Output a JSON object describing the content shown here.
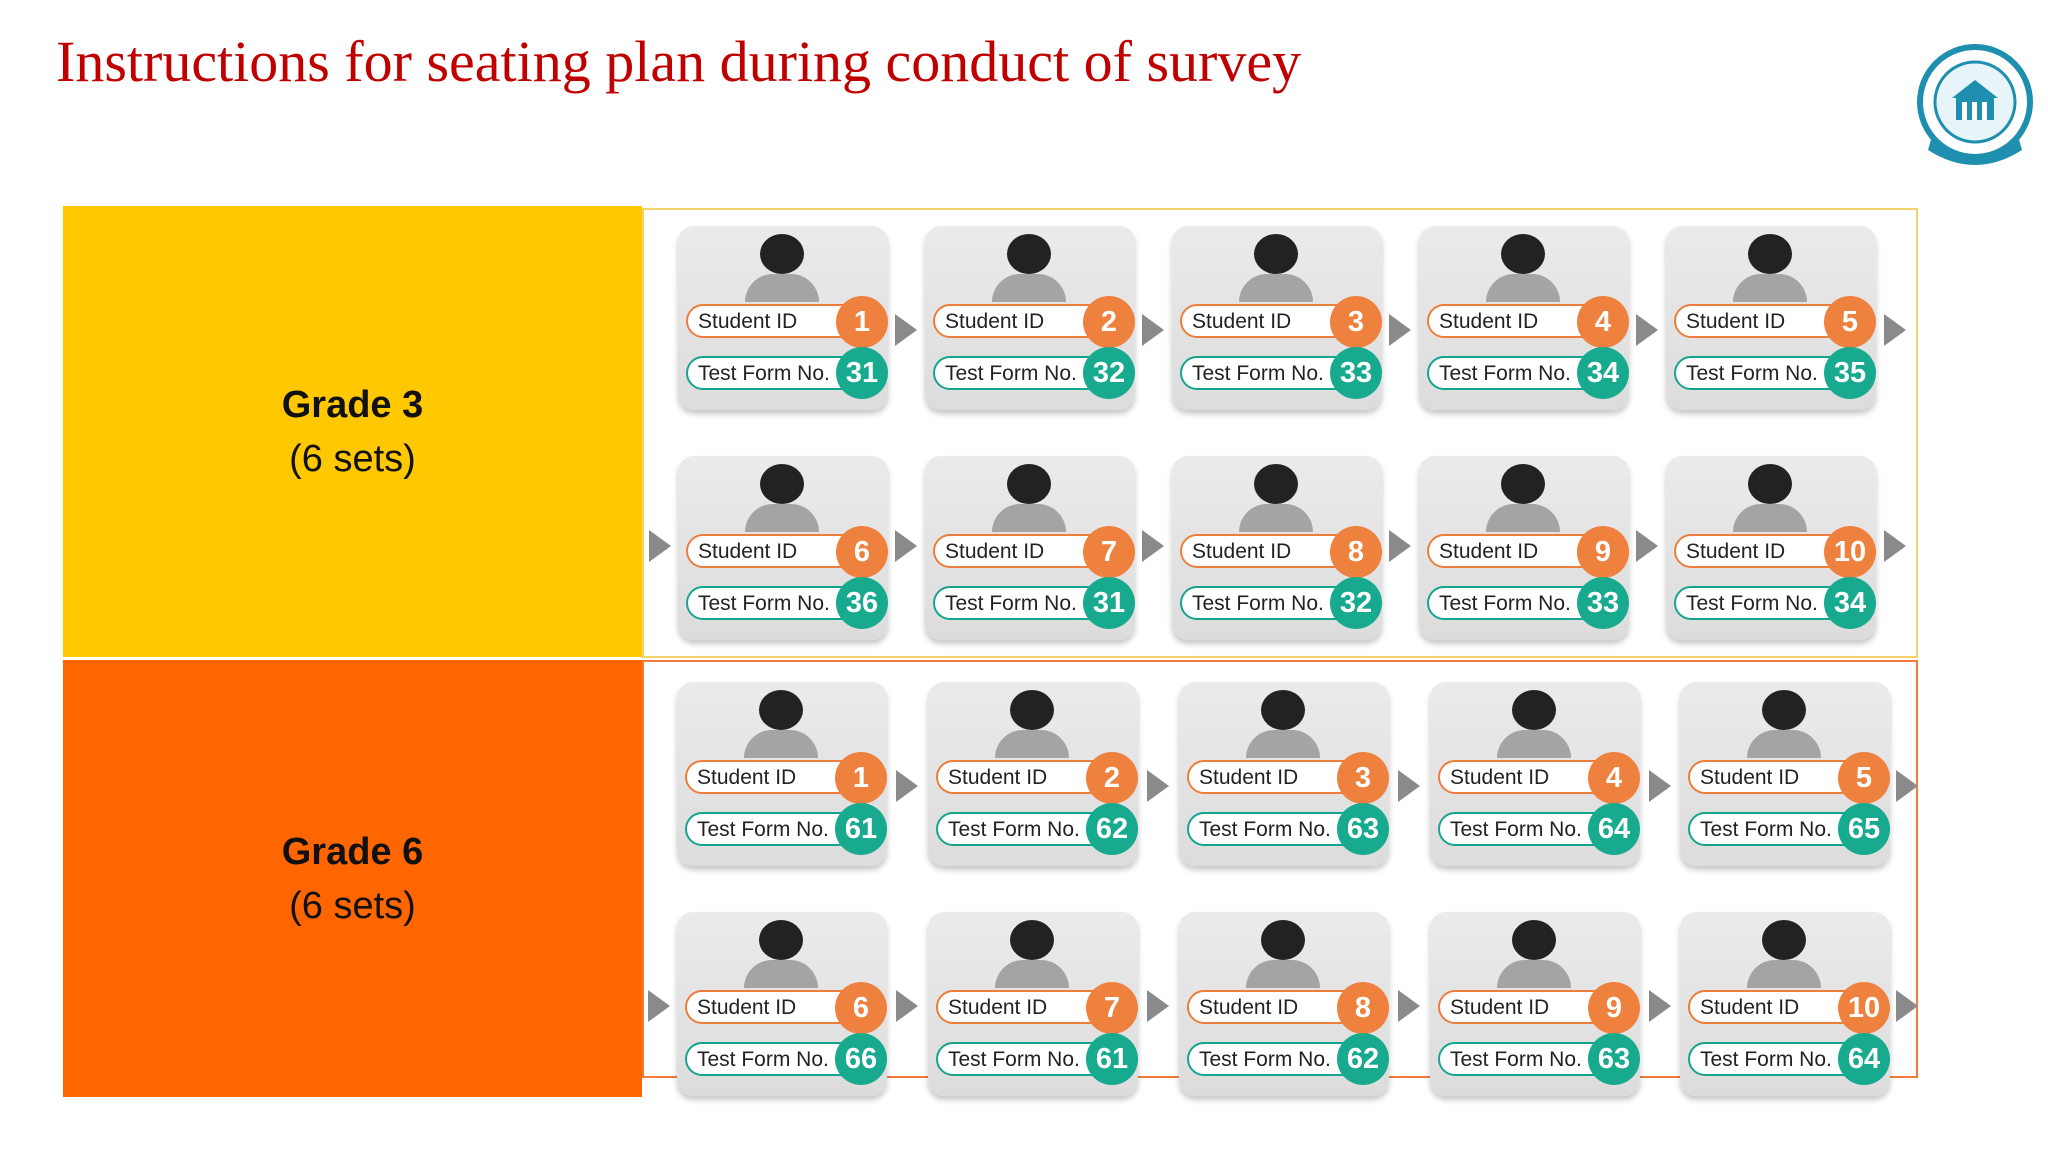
{
  "title": "Instructions for seating plan during conduct of survey",
  "colors": {
    "title": "#c00000",
    "grade3_panel": "#ffc800",
    "grade6_panel": "#ff6600",
    "student_id_accent": "#ef813f",
    "form_accent": "#17aa8f"
  },
  "labels": {
    "student_id": "Student ID",
    "test_form": "Test Form No."
  },
  "grades": [
    {
      "name": "Grade 3",
      "sets": "(6 sets)",
      "rows": [
        [
          {
            "id": "1",
            "form": "31"
          },
          {
            "id": "2",
            "form": "32"
          },
          {
            "id": "3",
            "form": "33"
          },
          {
            "id": "4",
            "form": "34"
          },
          {
            "id": "5",
            "form": "35"
          }
        ],
        [
          {
            "id": "6",
            "form": "36"
          },
          {
            "id": "7",
            "form": "31"
          },
          {
            "id": "8",
            "form": "32"
          },
          {
            "id": "9",
            "form": "33"
          },
          {
            "id": "10",
            "form": "34"
          }
        ]
      ]
    },
    {
      "name": "Grade 6",
      "sets": "(6 sets)",
      "rows": [
        [
          {
            "id": "1",
            "form": "61"
          },
          {
            "id": "2",
            "form": "62"
          },
          {
            "id": "3",
            "form": "63"
          },
          {
            "id": "4",
            "form": "64"
          },
          {
            "id": "5",
            "form": "65"
          }
        ],
        [
          {
            "id": "6",
            "form": "66"
          },
          {
            "id": "7",
            "form": "61"
          },
          {
            "id": "8",
            "form": "62"
          },
          {
            "id": "9",
            "form": "63"
          },
          {
            "id": "10",
            "form": "64"
          }
        ]
      ]
    }
  ]
}
